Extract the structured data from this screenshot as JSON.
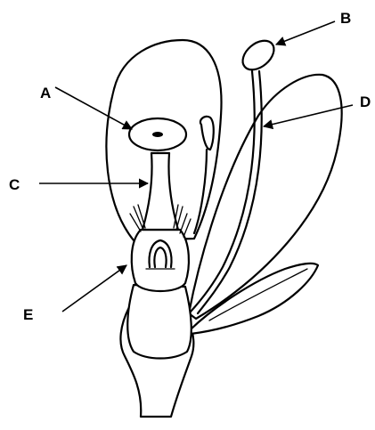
{
  "labels": {
    "a": "A",
    "b": "B",
    "c": "C",
    "d": "D",
    "e": "E"
  },
  "colors": {
    "ink": "#000000",
    "background": "#ffffff"
  }
}
